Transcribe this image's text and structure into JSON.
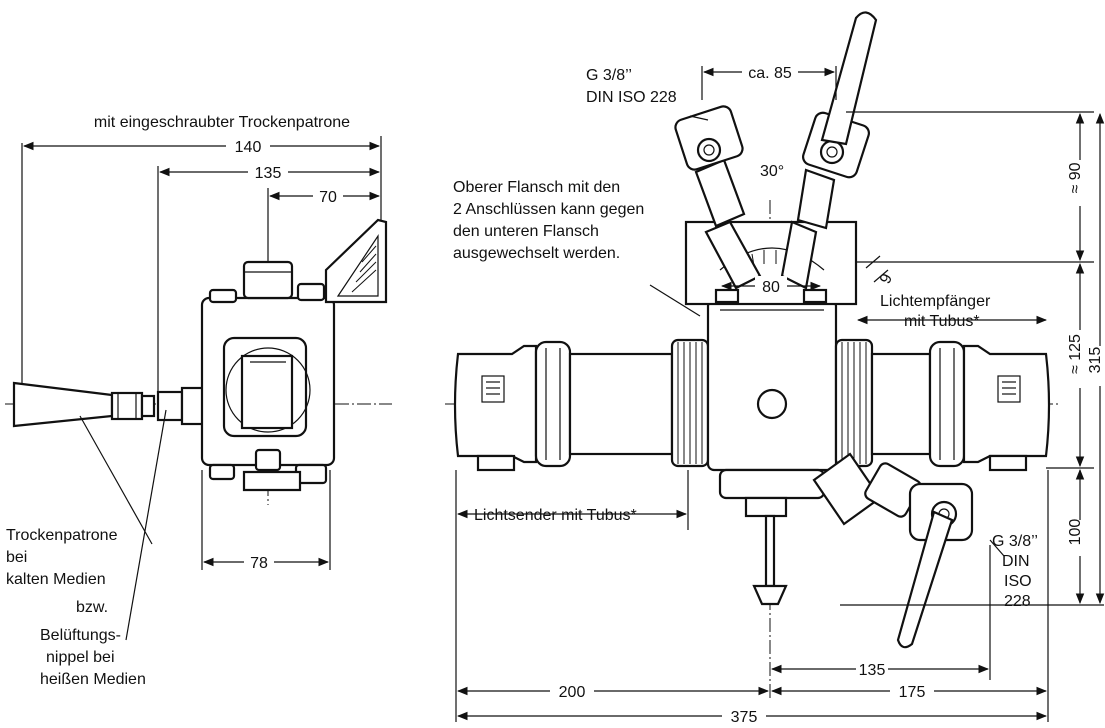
{
  "left_view": {
    "header": "mit eingeschraubter Trockenpatrone",
    "dim_140": "140",
    "dim_135": "135",
    "dim_70": "70",
    "dim_78": "78",
    "note_lines": [
      "Trockenpatrone",
      "bei",
      "kalten Medien",
      "bzw.",
      "Belüftungs-",
      "nippel bei",
      "heißen Medien"
    ]
  },
  "right_view": {
    "top_thread_lines": [
      "G 3/8’’",
      "DIN ISO 228"
    ],
    "dim_ca85": "ca. 85",
    "angle_30": "30°",
    "flange_note_lines": [
      "Oberer Flansch mit den",
      "2 Anschlüssen kann gegen",
      "den unteren Flansch",
      "ausgewechselt werden."
    ],
    "dim_80": "80",
    "dim_9": "9",
    "receiver_lines": [
      "Lichtempfänger",
      "mit Tubus*"
    ],
    "sender_label": "Lichtsender mit Tubus*",
    "bottom_thread_lines": [
      "G 3/8’’",
      "DIN",
      "ISO",
      "228"
    ],
    "dim_90": "≈ 90",
    "dim_125": "≈ 125",
    "dim_315": "315",
    "dim_100": "100",
    "dim_135b": "135",
    "dim_200": "200",
    "dim_175": "175",
    "dim_375": "375"
  }
}
